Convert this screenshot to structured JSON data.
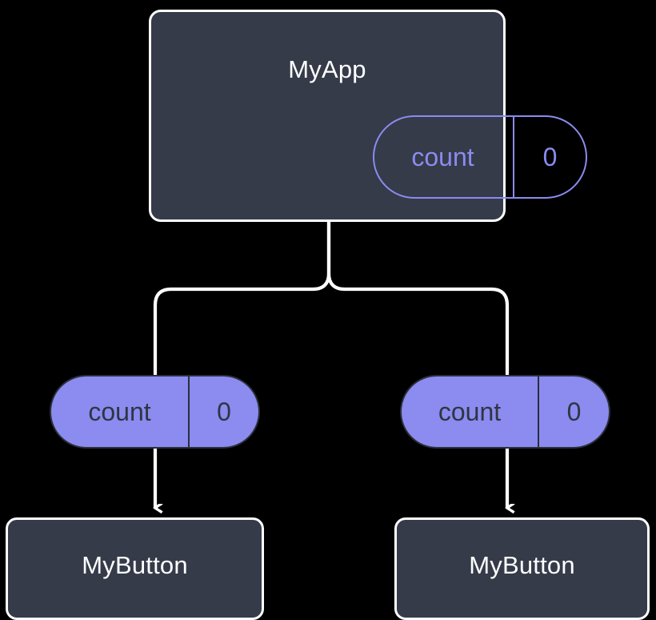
{
  "diagram": {
    "title_text": "MyApp",
    "background_color": "#000000",
    "card_fill": "#353b49",
    "card_border": "#ffffff",
    "accent_color": "#8b8bf0",
    "pill_text_color": "#2f3542",
    "edge_color": "#ffffff"
  },
  "root": {
    "name": "MyApp",
    "state": {
      "key": "count",
      "value": "0"
    }
  },
  "children": [
    {
      "prop": {
        "key": "count",
        "value": "0"
      },
      "name": "MyButton"
    },
    {
      "prop": {
        "key": "count",
        "value": "0"
      },
      "name": "MyButton"
    }
  ],
  "edges": {
    "fork_label": "state-to-children-fork",
    "arrow_left_label": "prop-arrow-left",
    "arrow_right_label": "prop-arrow-right"
  }
}
